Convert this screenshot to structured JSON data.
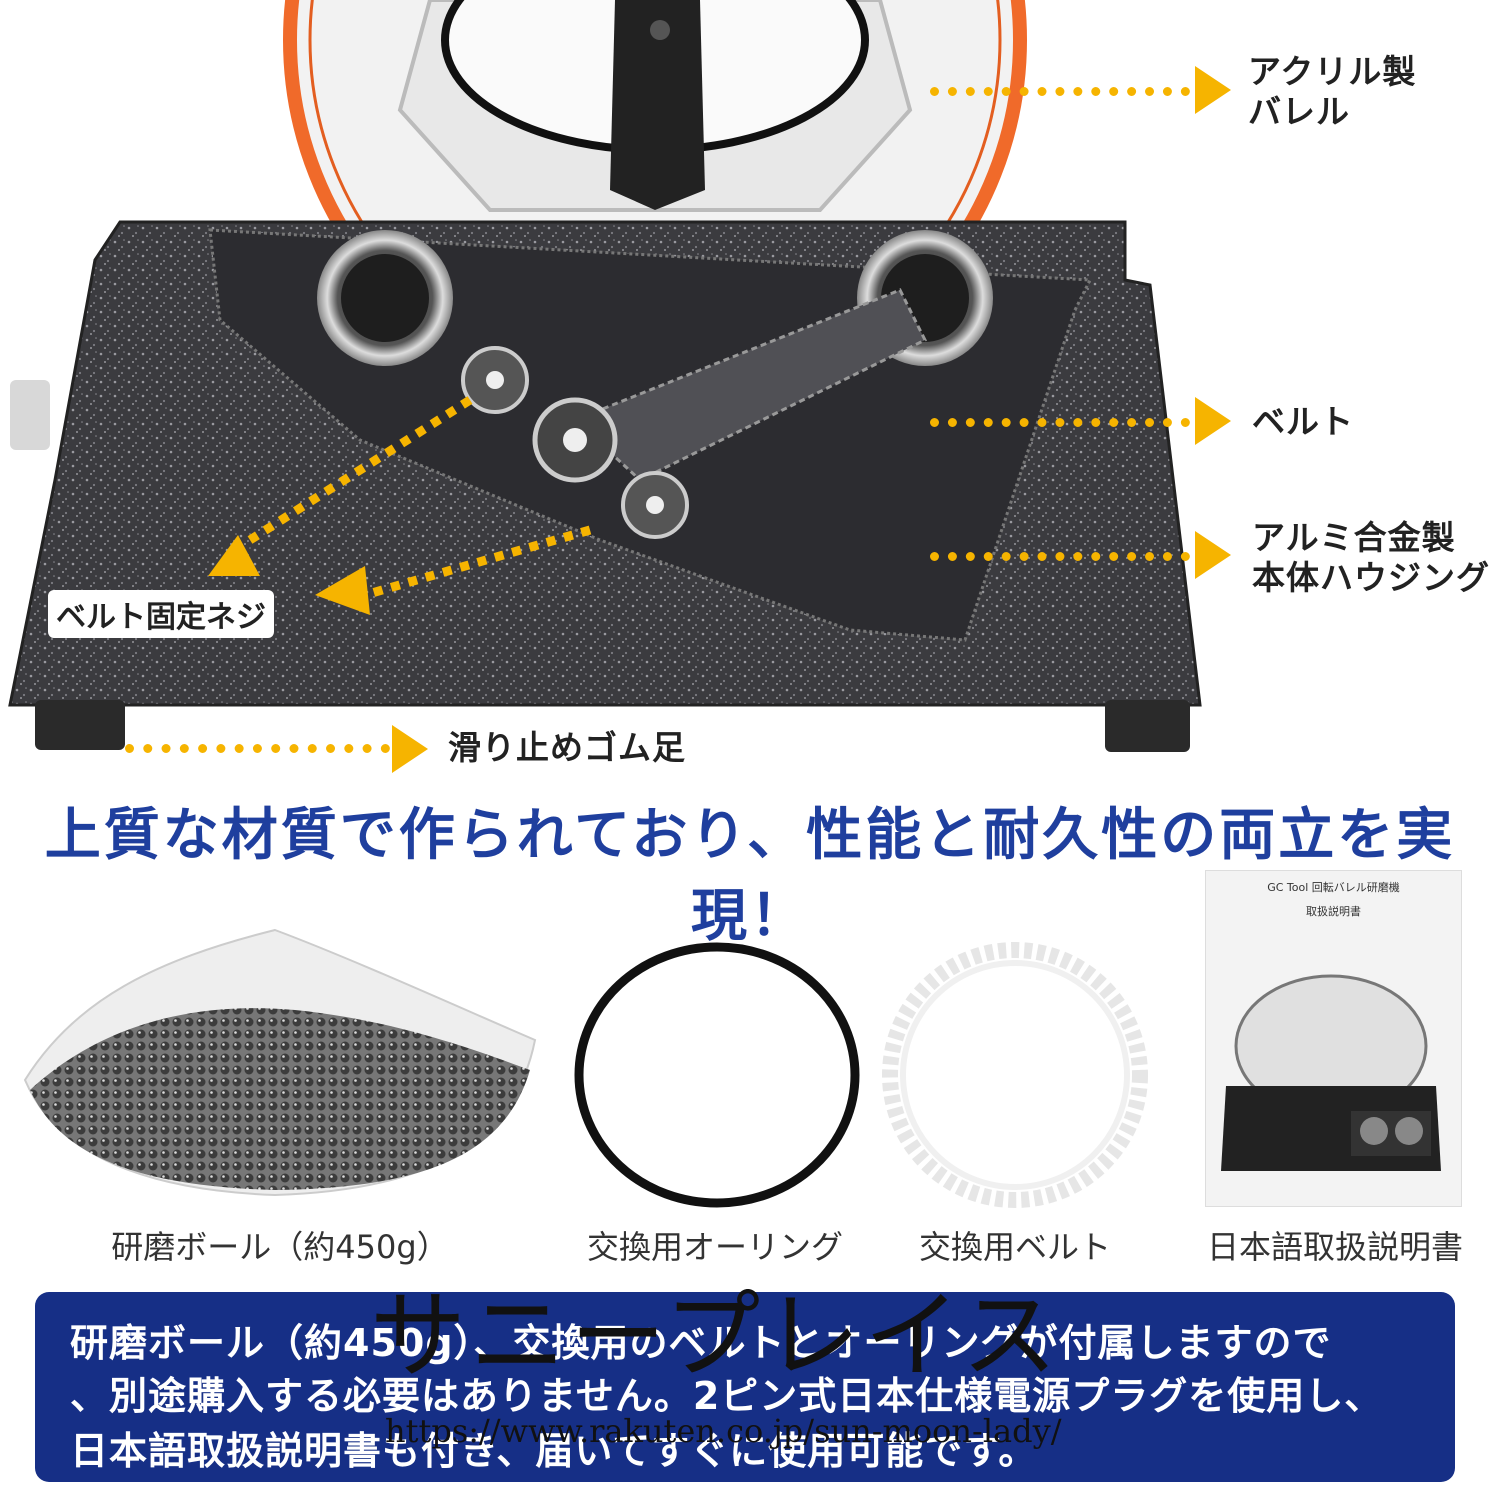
{
  "callouts": {
    "barrel": "アクリル製\nバレル",
    "belt": "ベルト",
    "housing": "アルミ合金製\n本体ハウジング",
    "belt_screw": "ベルト固定ネジ",
    "rubber_feet": "滑り止めゴム足"
  },
  "headline": "上質な材質で作られており、性能と耐久性の両立を実現！",
  "accessories": [
    {
      "caption": "研磨ボール（約450g）",
      "icon": "steel-balls-bag"
    },
    {
      "caption": "交換用オーリング",
      "icon": "o-ring"
    },
    {
      "caption": "交換用ベルト",
      "icon": "toothed-belt"
    },
    {
      "caption": "日本語取扱説明書",
      "icon": "manual-booklet"
    }
  ],
  "manual_cover": {
    "line1": "GC Tool 回転バレル研磨機",
    "line2": "取扱説明書"
  },
  "info_box": {
    "lines": [
      "研磨ボール（約450g）、交換用のベルトとオーリングが付属しますので",
      "、別途購入する必要はありません。2ピン式日本仕様電源プラグを使用し、",
      "日本語取扱説明書も付き、届いてすぐに使用可能です。"
    ]
  },
  "watermark": {
    "shop_name": "サニープレイス",
    "url": "https://www.rakuten.co.jp/sun-moon-lady/"
  },
  "colors": {
    "accent_arrow": "#f6b400",
    "headline_blue": "#1f3f9e",
    "info_box_bg": "#162f86",
    "housing_gray": "#3a3a3e",
    "barrel_orange": "#f06a2a"
  }
}
